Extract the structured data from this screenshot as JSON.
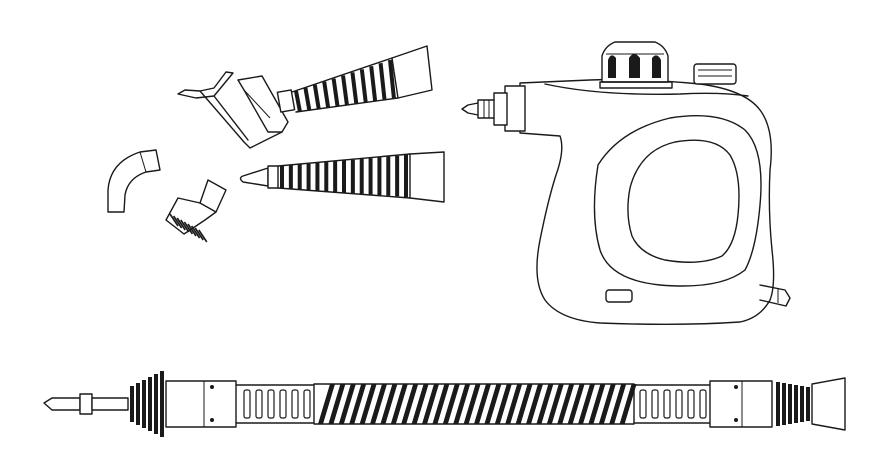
{
  "figure": {
    "kind": "product line drawing",
    "background": "#ffffff",
    "line_color": "#1a1a1a",
    "parts": [
      "handheld-steamer-body",
      "window-squeegee-attachment",
      "angled-nozzle",
      "brush-attachment",
      "jet-nozzle",
      "extension-hose"
    ]
  }
}
